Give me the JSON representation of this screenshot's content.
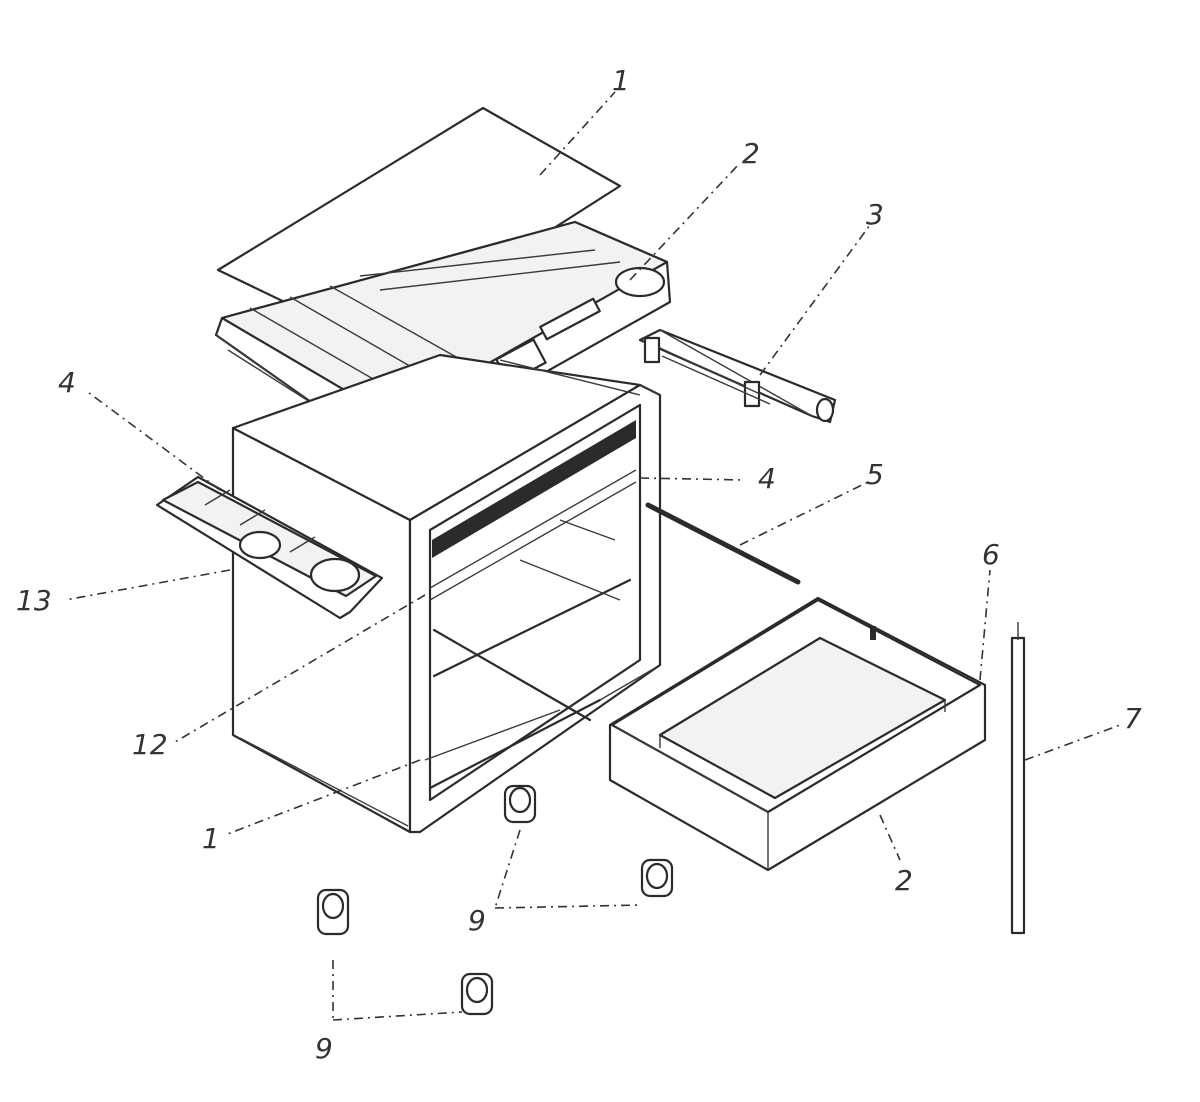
{
  "callouts": {
    "c1_top": "1",
    "c2_tray": "2",
    "c3_handle": "3",
    "c4_left_tray": "4",
    "c4_rail": "4",
    "c5_slide": "5",
    "c6_drawer_end": "6",
    "c7_rod": "7",
    "c2_drawer": "2",
    "c12_divider": "12",
    "c13_left": "13",
    "c1_cabinet": "1",
    "c9_casters_right": "9",
    "c9_casters_left": "9"
  }
}
